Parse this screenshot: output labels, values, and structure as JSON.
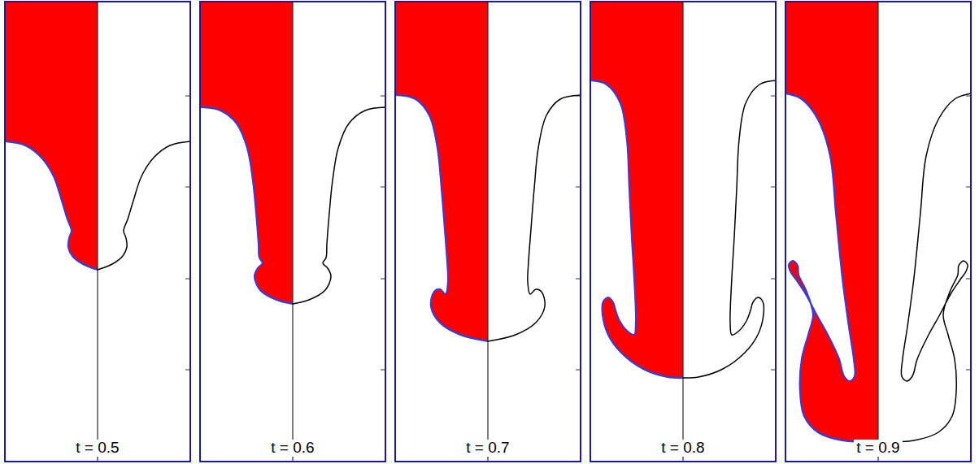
{
  "diagram": {
    "labels": [
      "t = 0.5",
      "t = 0.6",
      "t = 0.7",
      "t = 0.8",
      "t = 0.9"
    ]
  }
}
